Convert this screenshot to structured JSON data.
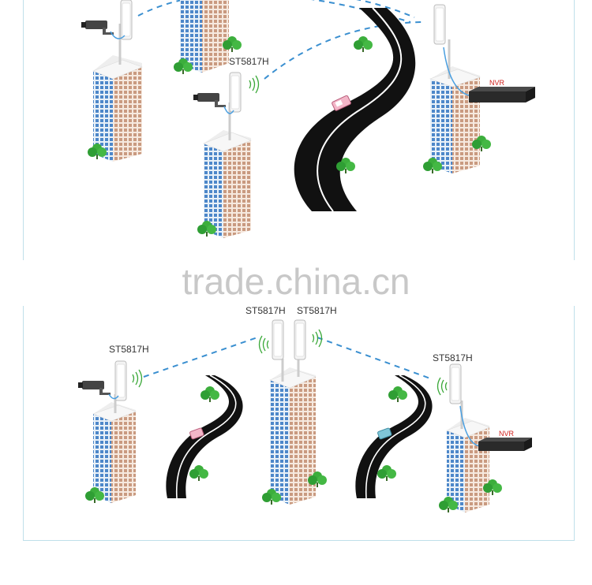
{
  "labels": {
    "top_mid_device": "ST5817H",
    "top_nvr": "NVR",
    "bottom_left_device": "ST5817H",
    "bottom_center_left_device": "ST5817H",
    "bottom_center_right_device": "ST5817H",
    "bottom_right_device": "ST5817H",
    "bottom_nvr": "NVR"
  },
  "watermark": "trade.china.cn",
  "colors": {
    "link": "#3a8fd0",
    "cable": "#4a9fe0",
    "nvr_label": "#d0201c",
    "road": "#111111",
    "tree": "#3cae3c",
    "frame": "#bfe0ea"
  }
}
